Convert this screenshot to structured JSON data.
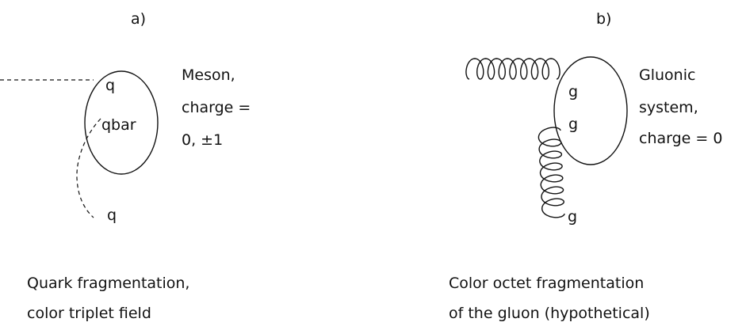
{
  "panel_a": {
    "label": "a)",
    "q_top": "q",
    "qbar": "qbar",
    "q_bottom": "q",
    "desc_line1": "Meson,",
    "desc_line2": "charge =",
    "desc_line3": "0, ±1",
    "caption_line1": "Quark fragmentation,",
    "caption_line2": "color triplet field"
  },
  "panel_b": {
    "label": "b)",
    "g_top": "g",
    "g_middle": "g",
    "g_bottom": "g",
    "desc_line1": "Gluonic",
    "desc_line2": "system,",
    "desc_line3": "charge = 0",
    "caption_line1": "Color octet fragmentation",
    "caption_line2": "of the gluon (hypothetical)"
  }
}
